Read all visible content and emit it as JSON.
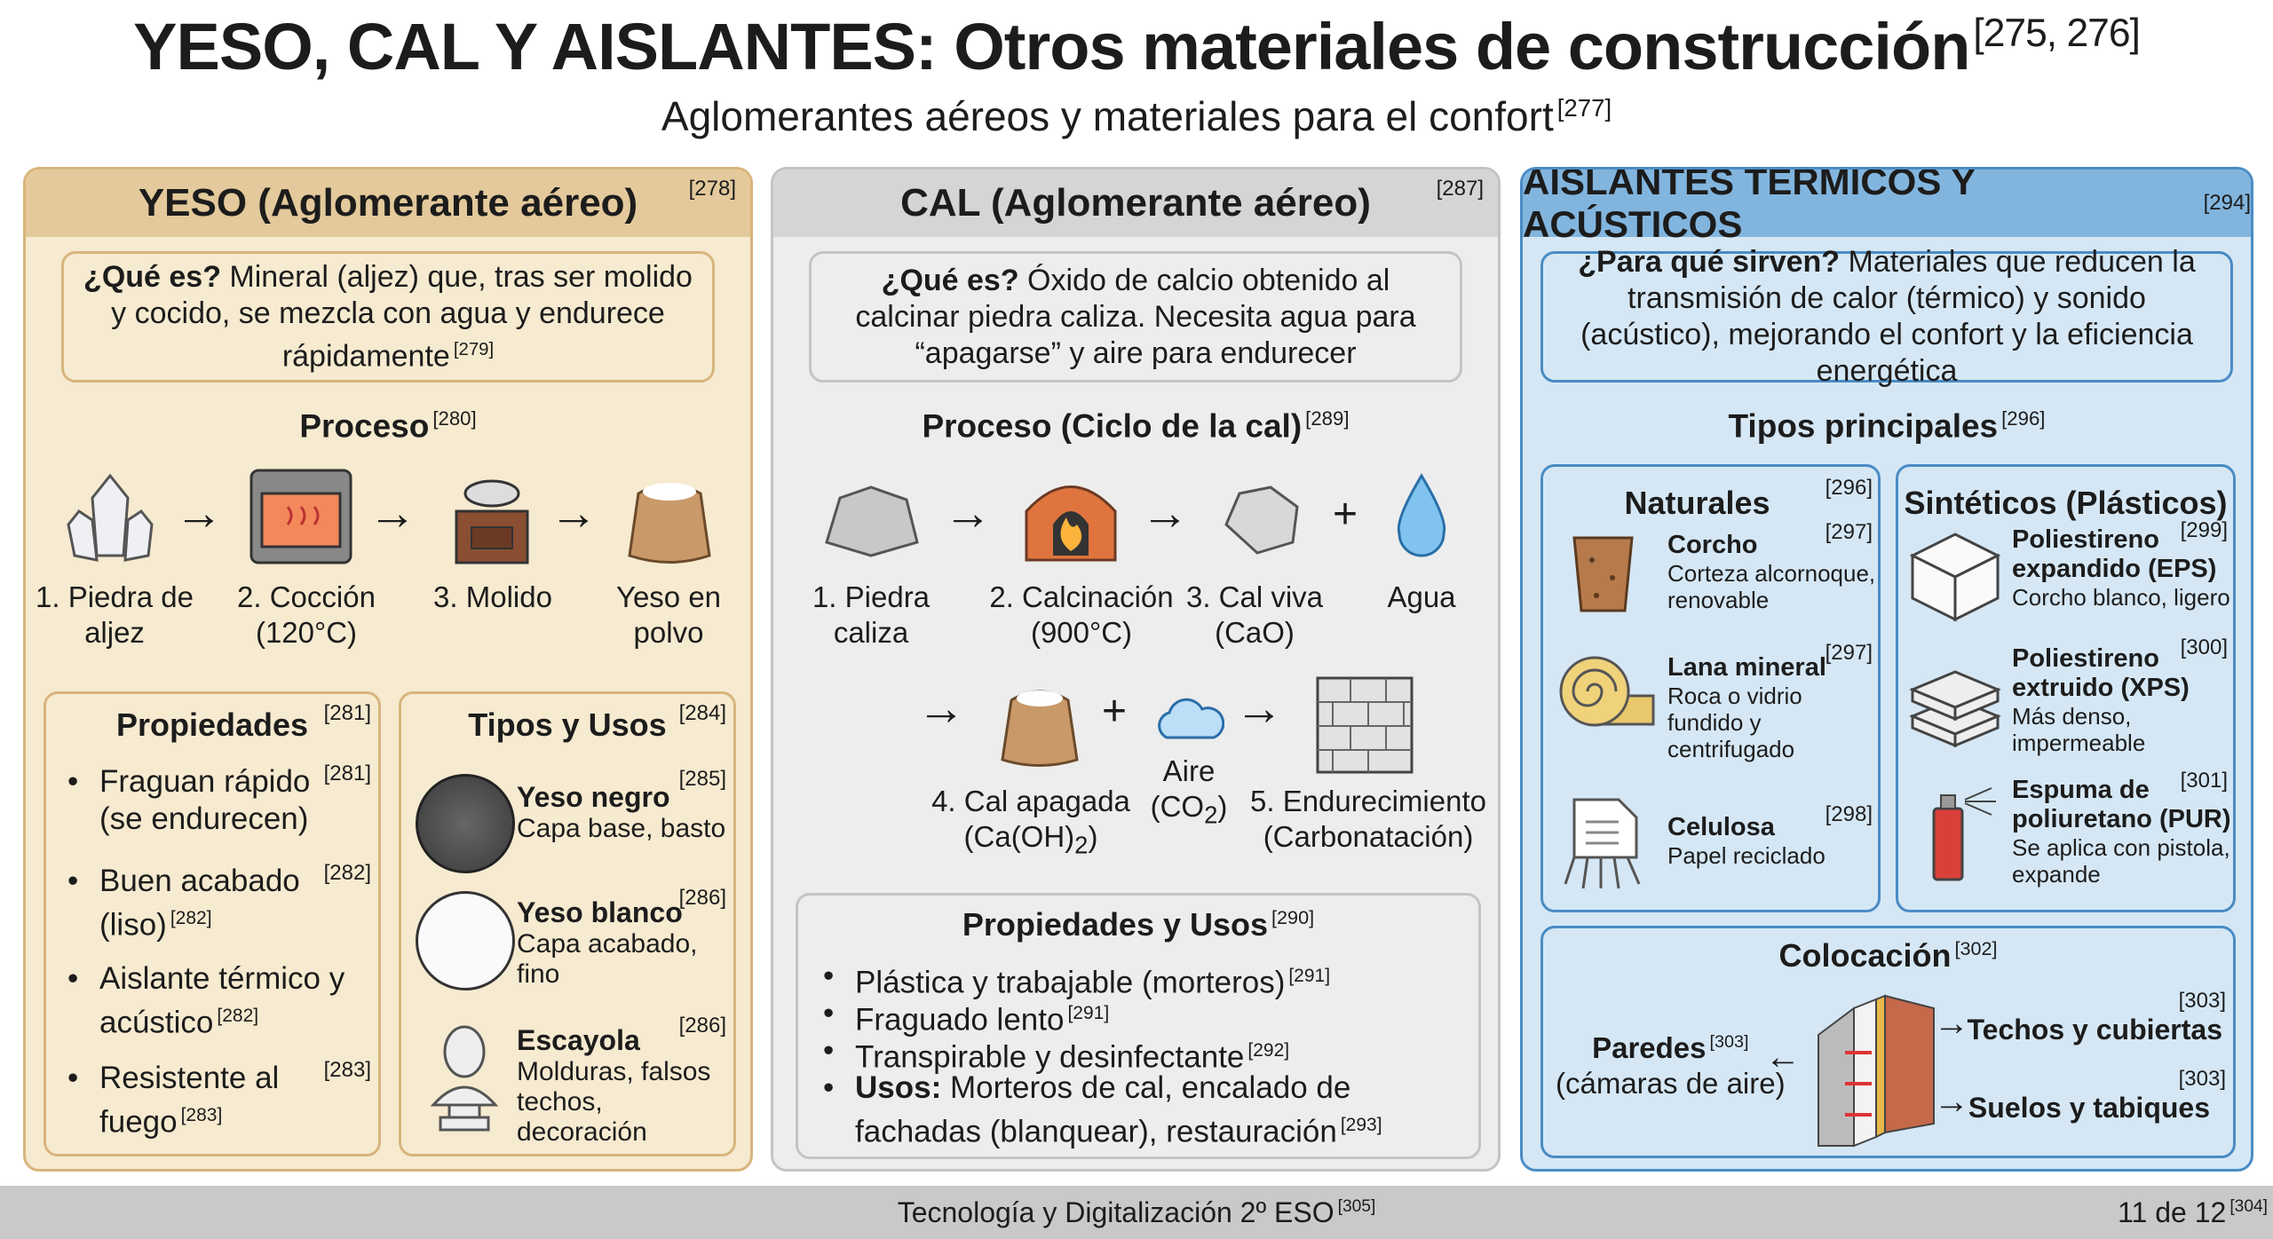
{
  "title": {
    "text": "YESO, CAL Y AISLANTES: Otros materiales de construcción",
    "ref": "[275, 276]"
  },
  "subtitle": {
    "text": "Aglomerantes aéreos y materiales para el confort",
    "ref": "[277]"
  },
  "colors": {
    "yeso_bg": "#f6ead0",
    "yeso_head": "#e3c99b",
    "cal_bg": "#ededed",
    "cal_head": "#d5d5d5",
    "aisl_bg": "#d5e7f5",
    "aisl_head": "#82b5de"
  },
  "yeso": {
    "title": "YESO (Aglomerante aéreo)",
    "ref": "[278]",
    "que_label": "¿Qué es?",
    "que_text": " Mineral (aljez) que, tras ser molido y cocido, se mezcla con agua y endurece rápidamente",
    "que_ref": "[279]",
    "proceso": "Proceso",
    "proceso_ref": "[280]",
    "steps": [
      {
        "label": "1. Piedra de aljez",
        "icon": "crystal-icon"
      },
      {
        "label": "2. Cocción (120°C)",
        "icon": "oven-icon"
      },
      {
        "label": "3. Molido",
        "icon": "grinder-icon"
      },
      {
        "label": "Yeso en polvo",
        "icon": "powder-sack-icon"
      }
    ],
    "propiedades": {
      "title": "Propiedades",
      "ref": "[281]",
      "items": [
        {
          "text": "Fraguan rápido (se endurecen)",
          "ref": "[281]"
        },
        {
          "text": "Buen acabado (liso)",
          "ref": "[282]",
          "ref2": "[282]"
        },
        {
          "text": "Aislante térmico y acústico",
          "ref2": "[282]"
        },
        {
          "text": "Resistente al fuego",
          "ref": "[283]",
          "ref2": "[283]"
        }
      ]
    },
    "tipos": {
      "title": "Tipos y Usos",
      "ref": "[284]",
      "items": [
        {
          "name": "Yeso negro",
          "desc": "Capa base, basto",
          "ref": "[285]",
          "icon": "dark-plaster-icon"
        },
        {
          "name": "Yeso blanco",
          "desc": "Capa acabado, fino",
          "ref": "[286]",
          "icon": "white-plaster-icon"
        },
        {
          "name": "Escayola",
          "desc": "Molduras, falsos techos, decoración",
          "ref": "[286]",
          "icon": "bust-icon"
        }
      ]
    }
  },
  "cal": {
    "title": "CAL (Aglomerante aéreo)",
    "ref": "[287]",
    "que_label": "¿Qué es?",
    "que_text": " Óxido de calcio obtenido al calcinar piedra caliza. Necesita agua para “apagarse” y aire para endurecer",
    "proceso": "Proceso (Ciclo de la cal)",
    "proceso_ref": "[289]",
    "steps": [
      {
        "label": "1. Piedra caliza",
        "icon": "rock-icon"
      },
      {
        "label": "2. Calcinación (900°C)",
        "icon": "kiln-fire-icon"
      },
      {
        "label": "3. Cal viva (CaO)",
        "icon": "quicklime-icon"
      },
      {
        "label": "Agua",
        "icon": "water-drop-icon"
      }
    ],
    "steps2": [
      {
        "label": "4. Cal apagada",
        "formula": "(Ca(OH)",
        "sub": "2",
        "close": ")",
        "icon": "sack-icon"
      },
      {
        "label": "Aire",
        "formula": "(CO",
        "sub": "2",
        "close": ")",
        "icon": "cloud-icon"
      },
      {
        "label": "5. Endurecimiento",
        "formula": "(Carbonatación)",
        "icon": "brick-wall-icon"
      }
    ],
    "plus": "+",
    "propiedades": {
      "title": "Propiedades y Usos",
      "ref": "[290]",
      "items": [
        {
          "text": "Plástica y trabajable (morteros)",
          "ref": "[291]"
        },
        {
          "text": "Fraguado lento",
          "ref": "[291]"
        },
        {
          "text": "Transpirable y desinfectante",
          "ref": "[292]"
        },
        {
          "bold": "Usos:",
          "text": " Morteros de cal, encalado de fachadas (blanquear), restauración",
          "ref": "[293]"
        }
      ]
    }
  },
  "aislantes": {
    "title": "AISLANTES TÉRMICOS Y ACÚSTICOS",
    "ref": "[294]",
    "que_label": "¿Para qué sirven?",
    "que_text": " Materiales que reducen la transmisión de calor (térmico) y sonido (acústico), mejorando el confort y la eficiencia energética",
    "tipos": "Tipos principales",
    "tipos_ref": "[296]",
    "naturales": {
      "title": "Naturales",
      "ref": "[296]",
      "items": [
        {
          "name": "Corcho",
          "desc": "Corteza alcornoque, renovable",
          "ref": "[297]",
          "icon": "cork-icon"
        },
        {
          "name": "Lana mineral",
          "desc": "Roca o vidrio fundido y centrifugado",
          "ref": "[297]",
          "icon": "wool-roll-icon"
        },
        {
          "name": "Celulosa",
          "desc": "Papel reciclado",
          "ref": "[298]",
          "icon": "shredded-paper-icon"
        }
      ]
    },
    "sinteticos": {
      "title": "Sintéticos (Plásticos)",
      "items": [
        {
          "name": "Poliestireno expandido (EPS)",
          "desc": "Corcho blanco, ligero",
          "ref": "[299]",
          "icon": "eps-block-icon"
        },
        {
          "name": "Poliestireno extruido (XPS)",
          "desc": "Más denso, impermeable",
          "ref": "[300]",
          "icon": "xps-boards-icon"
        },
        {
          "name": "Espuma de poliuretano (PUR)",
          "desc": "Se aplica con pistola, expande",
          "ref": "[301]",
          "icon": "spray-can-icon"
        }
      ]
    },
    "colocacion": {
      "title": "Colocación",
      "ref": "[302]",
      "paredes": "Paredes",
      "paredes_ref": "[303]",
      "camaras": "(cámaras de aire)",
      "techos": "Techos y cubiertas",
      "techos_ref": "[303]",
      "suelos": "Suelos y tabiques",
      "suelos_ref": "[303]"
    }
  },
  "footer": {
    "text": "Tecnología y Digitalización 2º ESO",
    "ref": "[305]",
    "page": "11 de 12",
    "page_ref": "[304]"
  }
}
